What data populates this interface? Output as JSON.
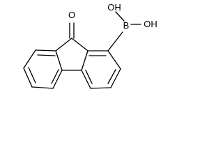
{
  "molecule": {
    "atoms": {
      "oxygen_carbonyl": "O",
      "boron": "B",
      "hydroxyl_left": "OH",
      "hydroxyl_right": "OH"
    }
  }
}
